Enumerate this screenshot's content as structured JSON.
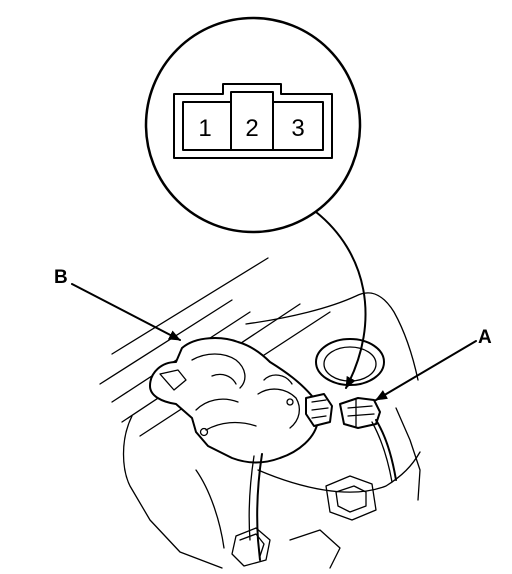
{
  "connector_view": {
    "pins": [
      "1",
      "2",
      "3"
    ]
  },
  "callouts": {
    "a": "A",
    "b": "B"
  },
  "colors": {
    "ink": "#000000",
    "paper": "#ffffff"
  }
}
